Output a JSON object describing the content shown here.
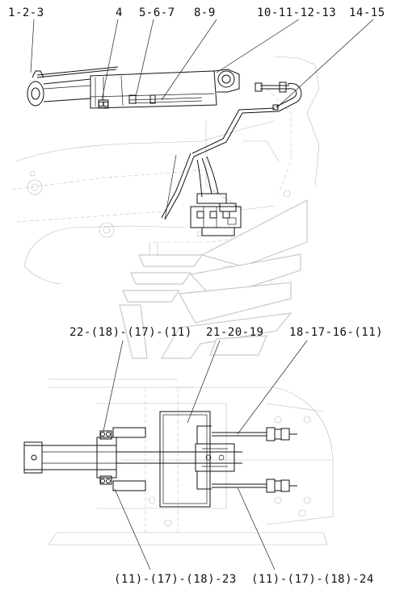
{
  "callouts": {
    "c1": "1-2-3",
    "c2": "4",
    "c3": "5-6-7",
    "c4": "8-9",
    "c5": "10-11-12-13",
    "c6": "14-15",
    "c7": "22-(18)-(17)-(11)",
    "c8": "21-20-19",
    "c9": "18-17-16-(11)",
    "c10": "(11)-(17)-(18)-23",
    "c11": "(11)-(17)-(18)-24"
  }
}
